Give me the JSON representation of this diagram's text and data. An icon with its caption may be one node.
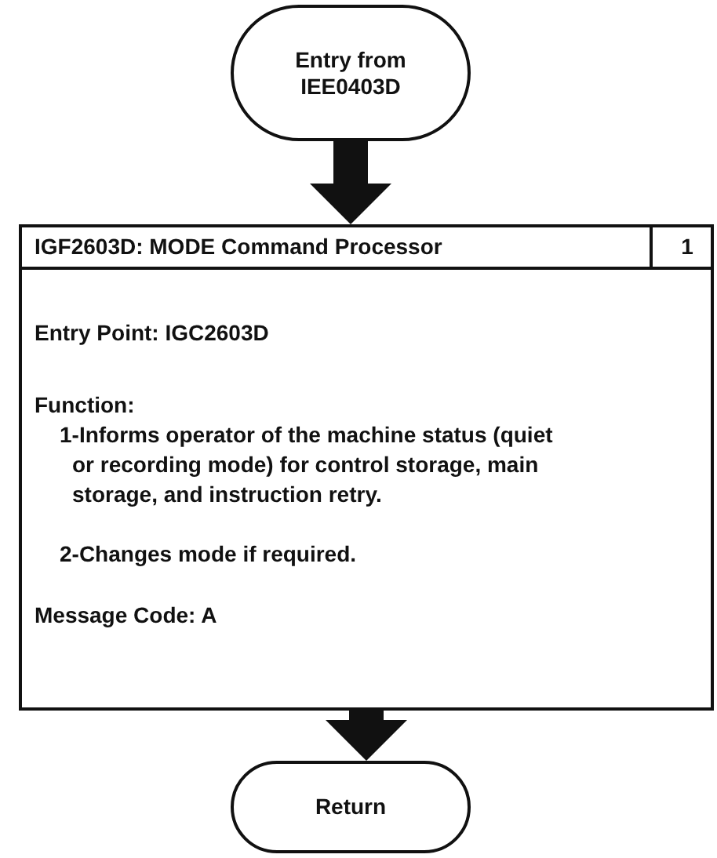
{
  "diagram": {
    "nodes": [
      {
        "text": [
          "Entry from IEE0403D"
        ]
      },
      {
        "text": [
          "IGF2603D: MODE Command Processor",
          "1",
          "Entry Point: IGC2603D",
          "Function:",
          "1-Informs operator of the machine status (quiet or recording mode) for control storage, main storage, and instruction retry.",
          "2-Changes mode if required.",
          "Message Code: A"
        ]
      },
      {
        "text": [
          "Return"
        ]
      }
    ],
    "edges": [
      {
        "from": 0,
        "to": 1,
        "arrow": "to"
      },
      {
        "from": 1,
        "to": 2,
        "arrow": "to"
      }
    ]
  }
}
